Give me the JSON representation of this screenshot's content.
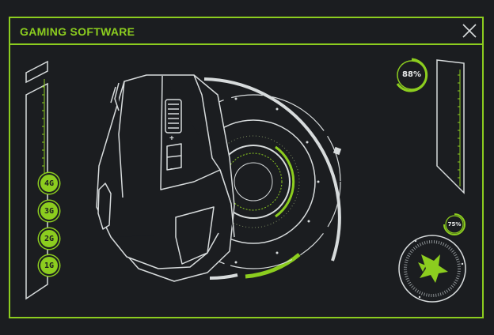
{
  "window": {
    "title": "GAMING SOFTWARE",
    "accent_color": "#8ccd1f",
    "line_color": "#d7dbdc",
    "background_color": "#1b1d20"
  },
  "dpi_presets": [
    {
      "label": "4G"
    },
    {
      "label": "3G"
    },
    {
      "label": "2G"
    },
    {
      "label": "1G"
    }
  ],
  "gauges": {
    "primary": {
      "label": "88%",
      "value": 0.88
    },
    "secondary": {
      "label": "75%",
      "value": 0.75
    }
  },
  "scroll_buttons": {
    "plus": "+",
    "minus": "−"
  },
  "icons": {
    "close": "close-icon",
    "logo": "dragon-logo-icon",
    "mouse": "gaming-mouse-illustration"
  }
}
